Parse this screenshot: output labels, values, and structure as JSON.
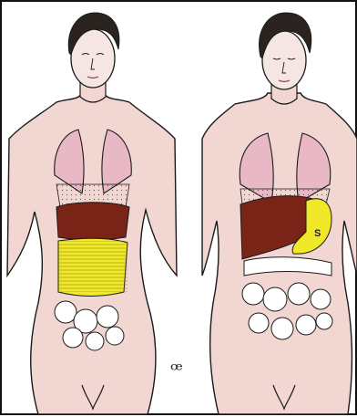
{
  "illustration": {
    "subject": "comparison-anatomical-figures",
    "left_figure": "corseted-torso",
    "right_figure": "natural-torso"
  },
  "labels": {
    "stomach_marker": "S",
    "ornament_glyph": "ꟹ"
  },
  "colors": {
    "skin": "#f1d6d2",
    "lungs": "#e8b8c4",
    "liver": "#7a2418",
    "stomach": "#f2e82a",
    "intestines": "#ffffff",
    "outline": "#1a1a1a",
    "hair": "#2a2320"
  }
}
